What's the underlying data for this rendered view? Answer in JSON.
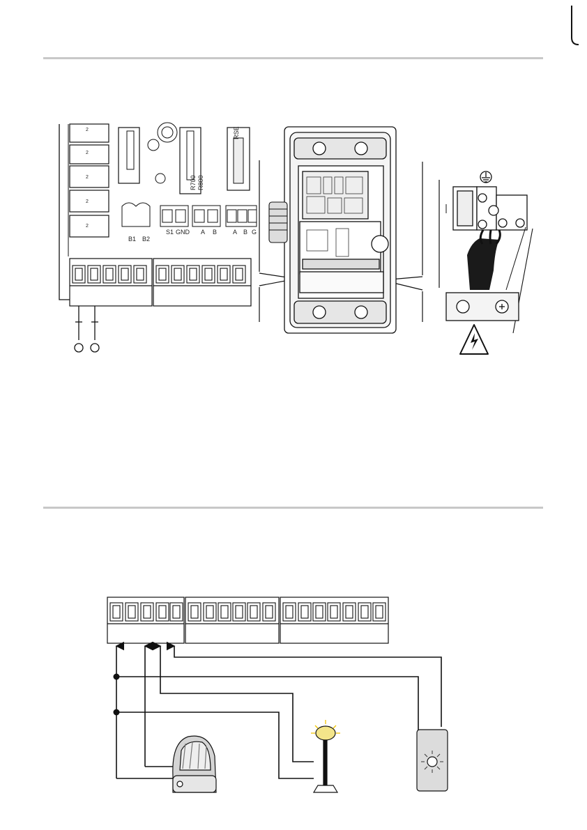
{
  "board_labels": {
    "terminal_left": [
      "B1",
      "B2"
    ],
    "terminal_mid": [
      "S1",
      "GND"
    ],
    "terminal_ab1": [
      "A",
      "B"
    ],
    "terminal_ab2": [
      "A",
      "B",
      "G"
    ],
    "relay_text": [
      "R700",
      "R800"
    ],
    "chip_text": "RSE"
  },
  "icons": {
    "ground": "ground-symbol-icon",
    "hazard": "electrical-hazard-icon",
    "blinker": "blinker-lamp-icon",
    "lamp": "garden-lamp-icon",
    "light_switch": "light-switch-icon"
  },
  "colors": {
    "line": "#222222",
    "rule": "#c8c8c8",
    "lamp_glow": "#f3e58a",
    "panel_fill": "#d9d9d9"
  }
}
